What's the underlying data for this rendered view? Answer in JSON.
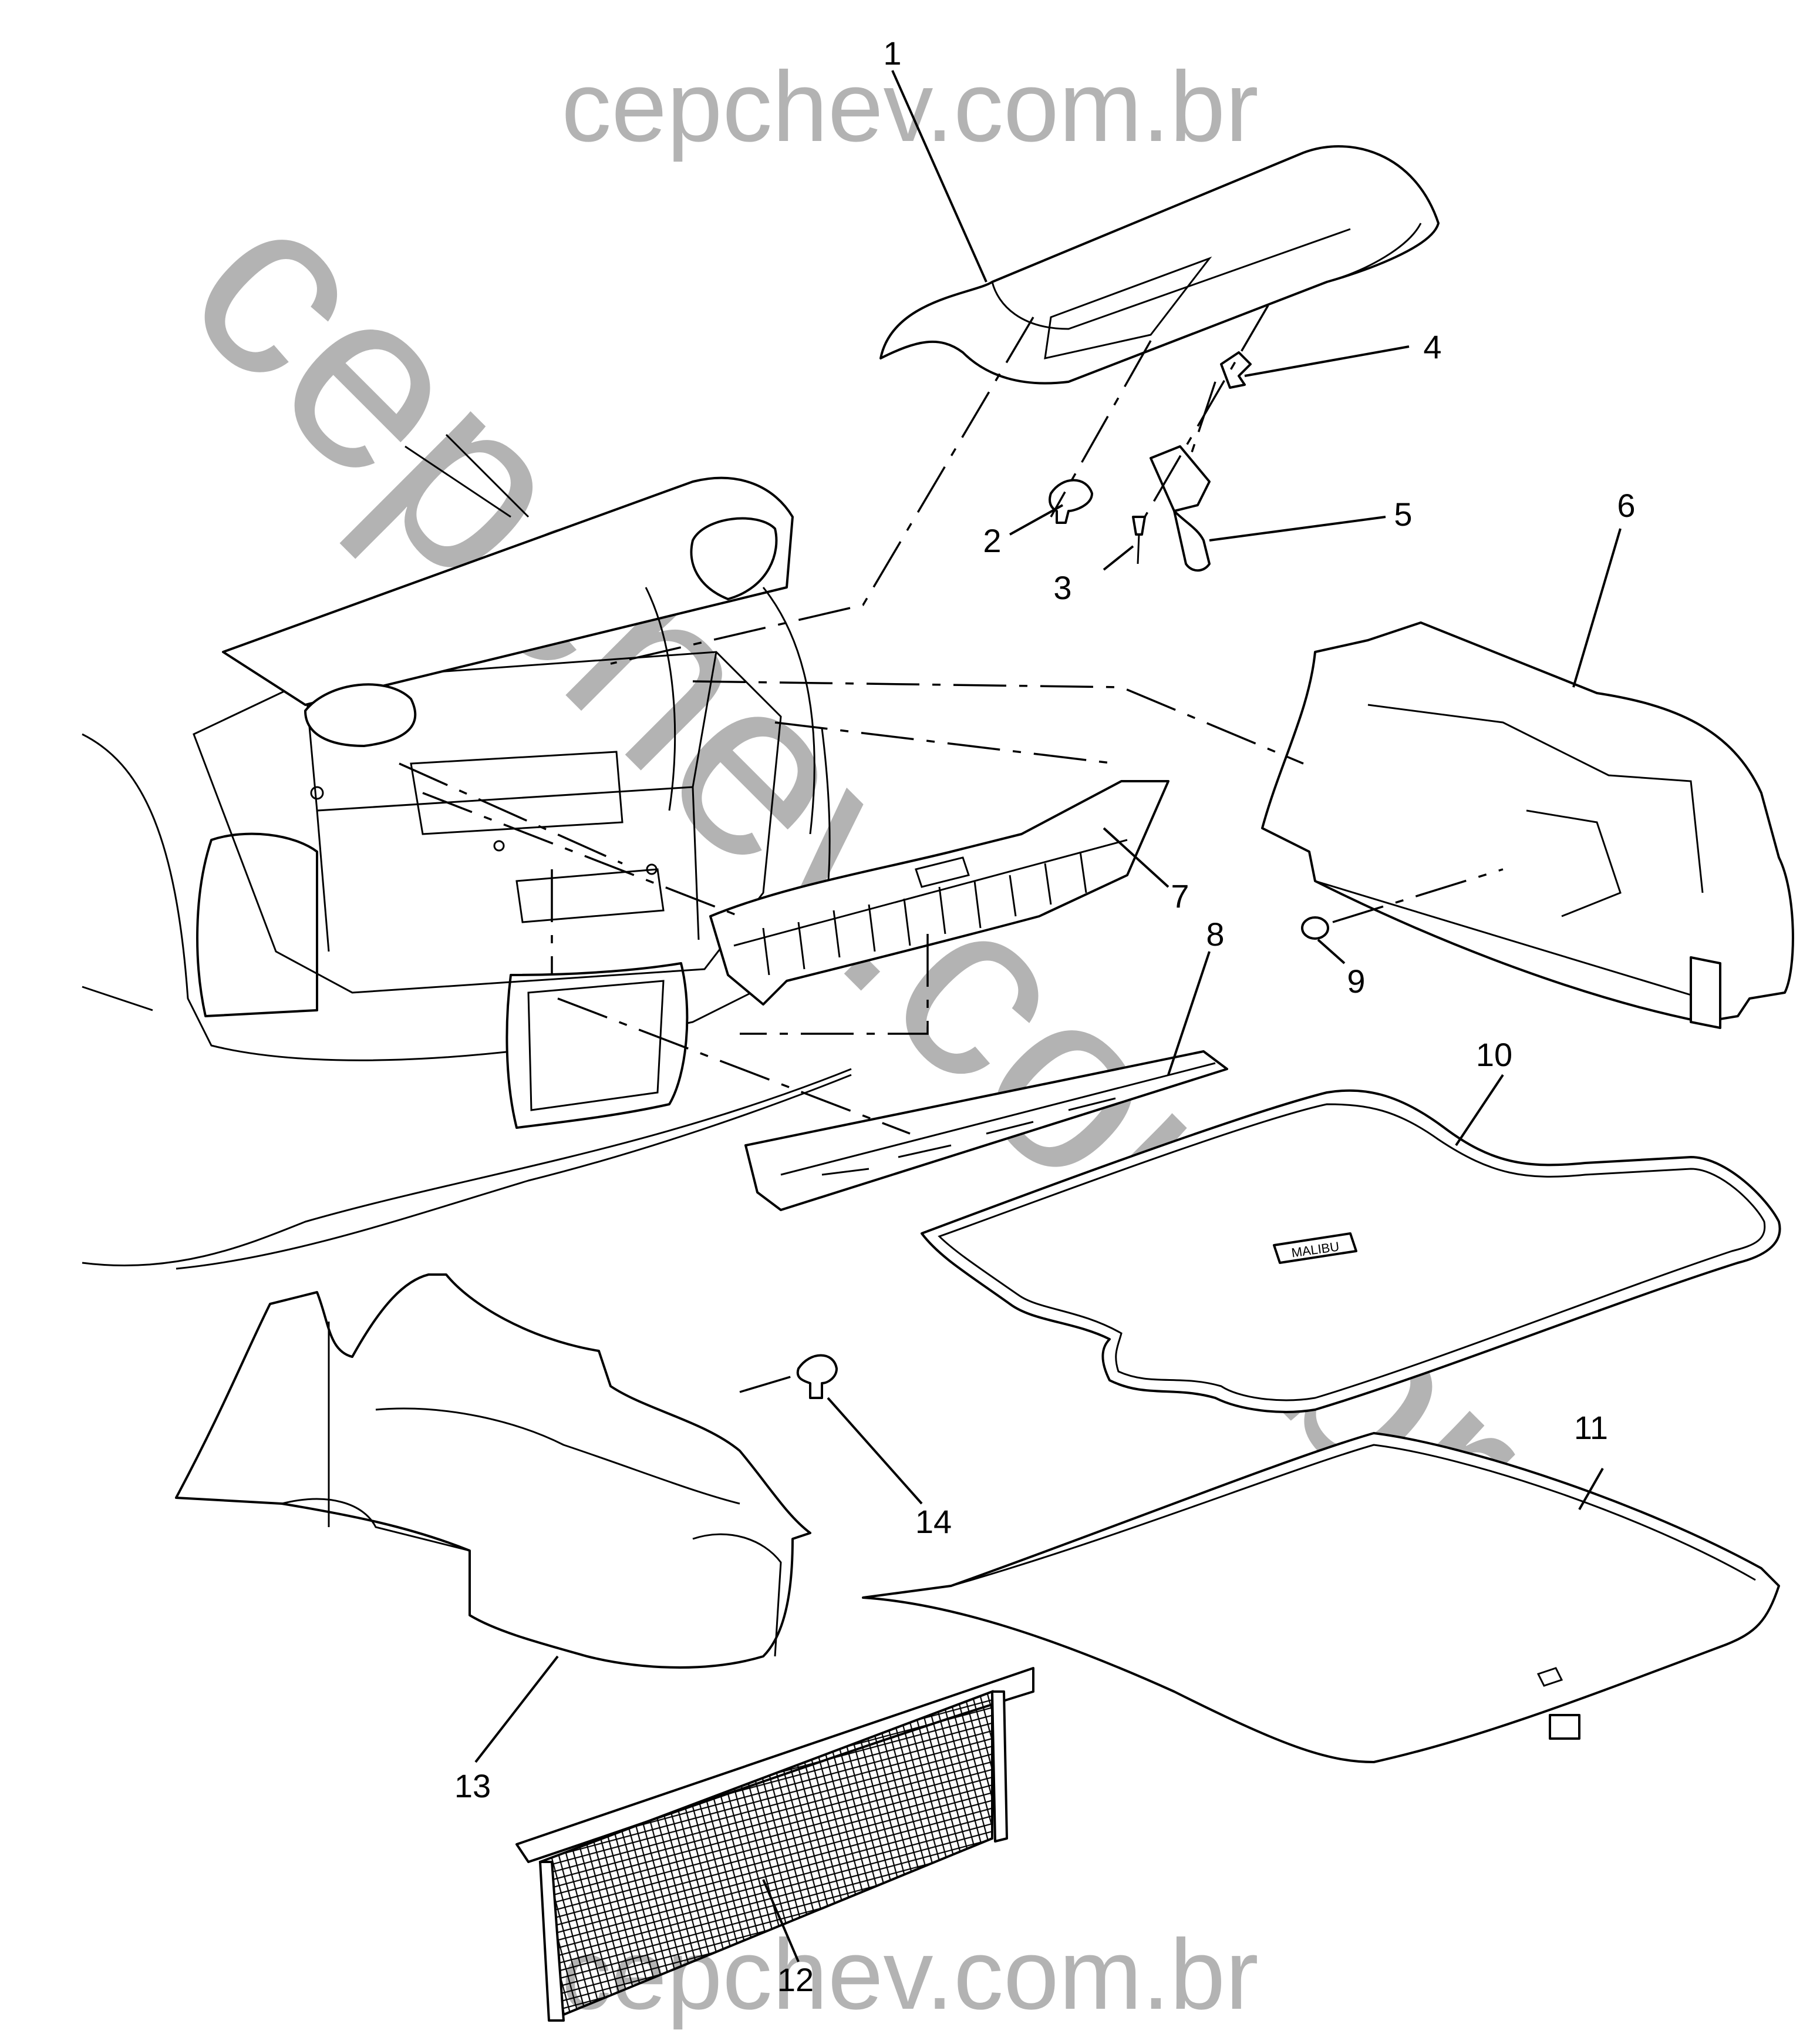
{
  "watermark": {
    "top": "cepchev.com.br",
    "diagonal": "cepchev.com.br",
    "bottom": "cepchev.com.br"
  },
  "callouts": [
    "1",
    "2",
    "3",
    "4",
    "5",
    "6",
    "7",
    "8",
    "9",
    "10",
    "11",
    "12",
    "13",
    "14"
  ],
  "mat_badge_text": "MALIBU",
  "colors": {
    "line": "#000000",
    "watermark": "#b3b3b3",
    "background": "#ffffff"
  }
}
